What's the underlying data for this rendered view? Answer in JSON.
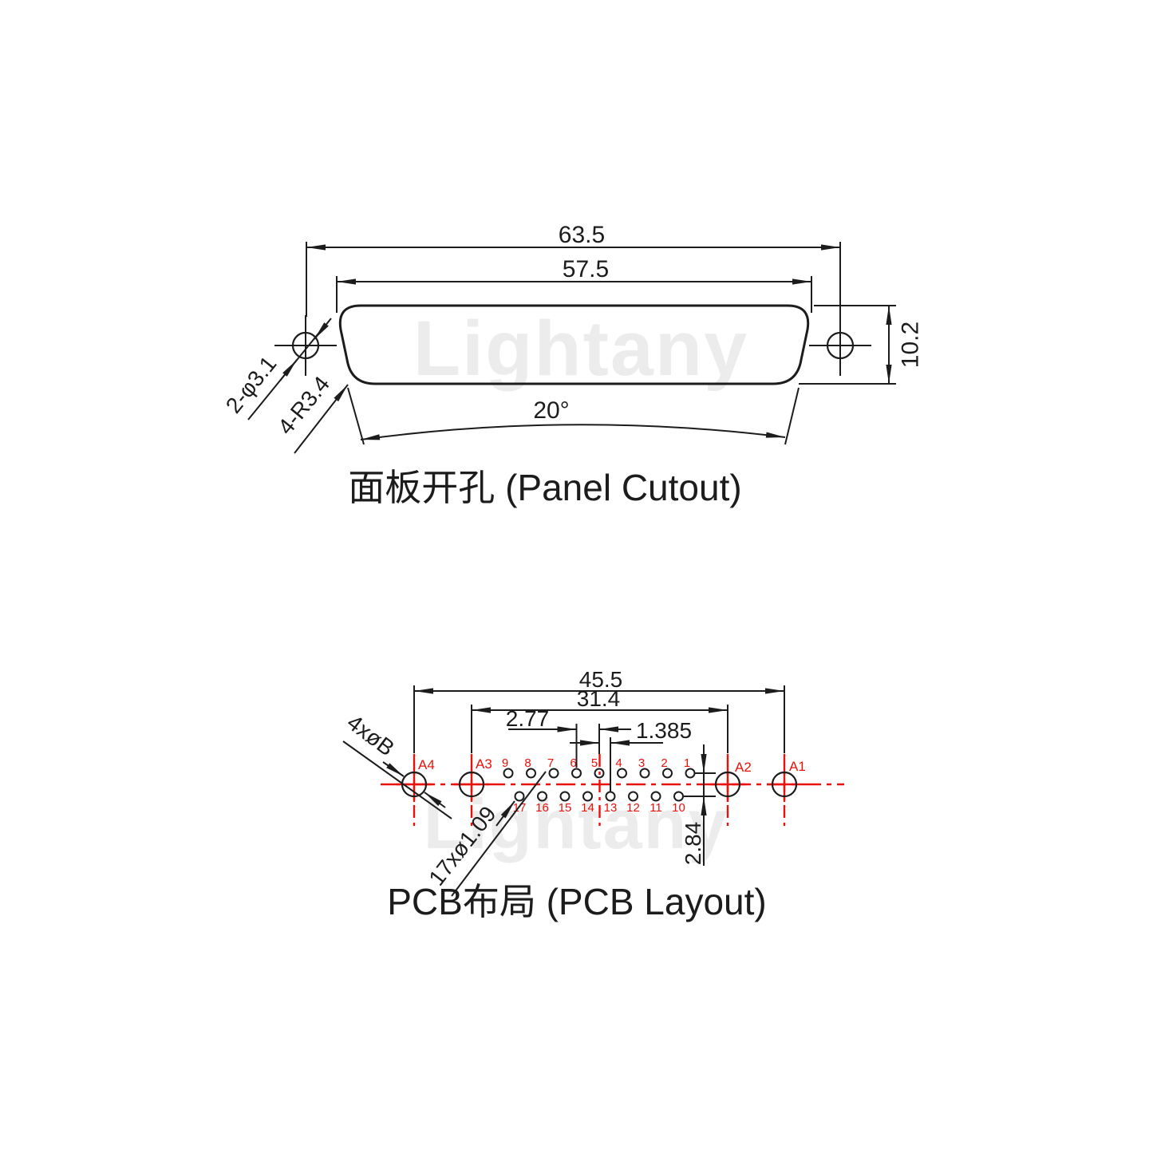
{
  "watermark": "Lightany",
  "colors": {
    "line": "#1c1c1c",
    "accent_red": "#e8120a",
    "watermark_gray": "#ececec"
  },
  "panel_cutout": {
    "title": "面板开孔 (Panel Cutout)",
    "dim_outer_width": "63.5",
    "dim_inner_width": "57.5",
    "dim_height": "10.2",
    "dim_angle": "20°",
    "label_mount_holes": "2-φ3.1",
    "label_corner_radius": "4-R3.4"
  },
  "pcb_layout": {
    "title": "PCB布局 (PCB Layout)",
    "dim_outer_span": "45.5",
    "dim_inner_span": "31.4",
    "dim_pitch": "2.77",
    "dim_half_pitch": "1.385",
    "dim_row_spacing": "2.84",
    "label_big_holes": "4xøB",
    "label_small_holes": "17xø1.09",
    "hole_labels": {
      "a1": "A1",
      "a2": "A2",
      "a3": "A3",
      "a4": "A4"
    },
    "pin_numbers_top": [
      "9",
      "8",
      "7",
      "6",
      "5",
      "4",
      "3",
      "2",
      "1"
    ],
    "pin_numbers_bottom": [
      "17",
      "16",
      "15",
      "14",
      "13",
      "12",
      "11",
      "10"
    ]
  }
}
